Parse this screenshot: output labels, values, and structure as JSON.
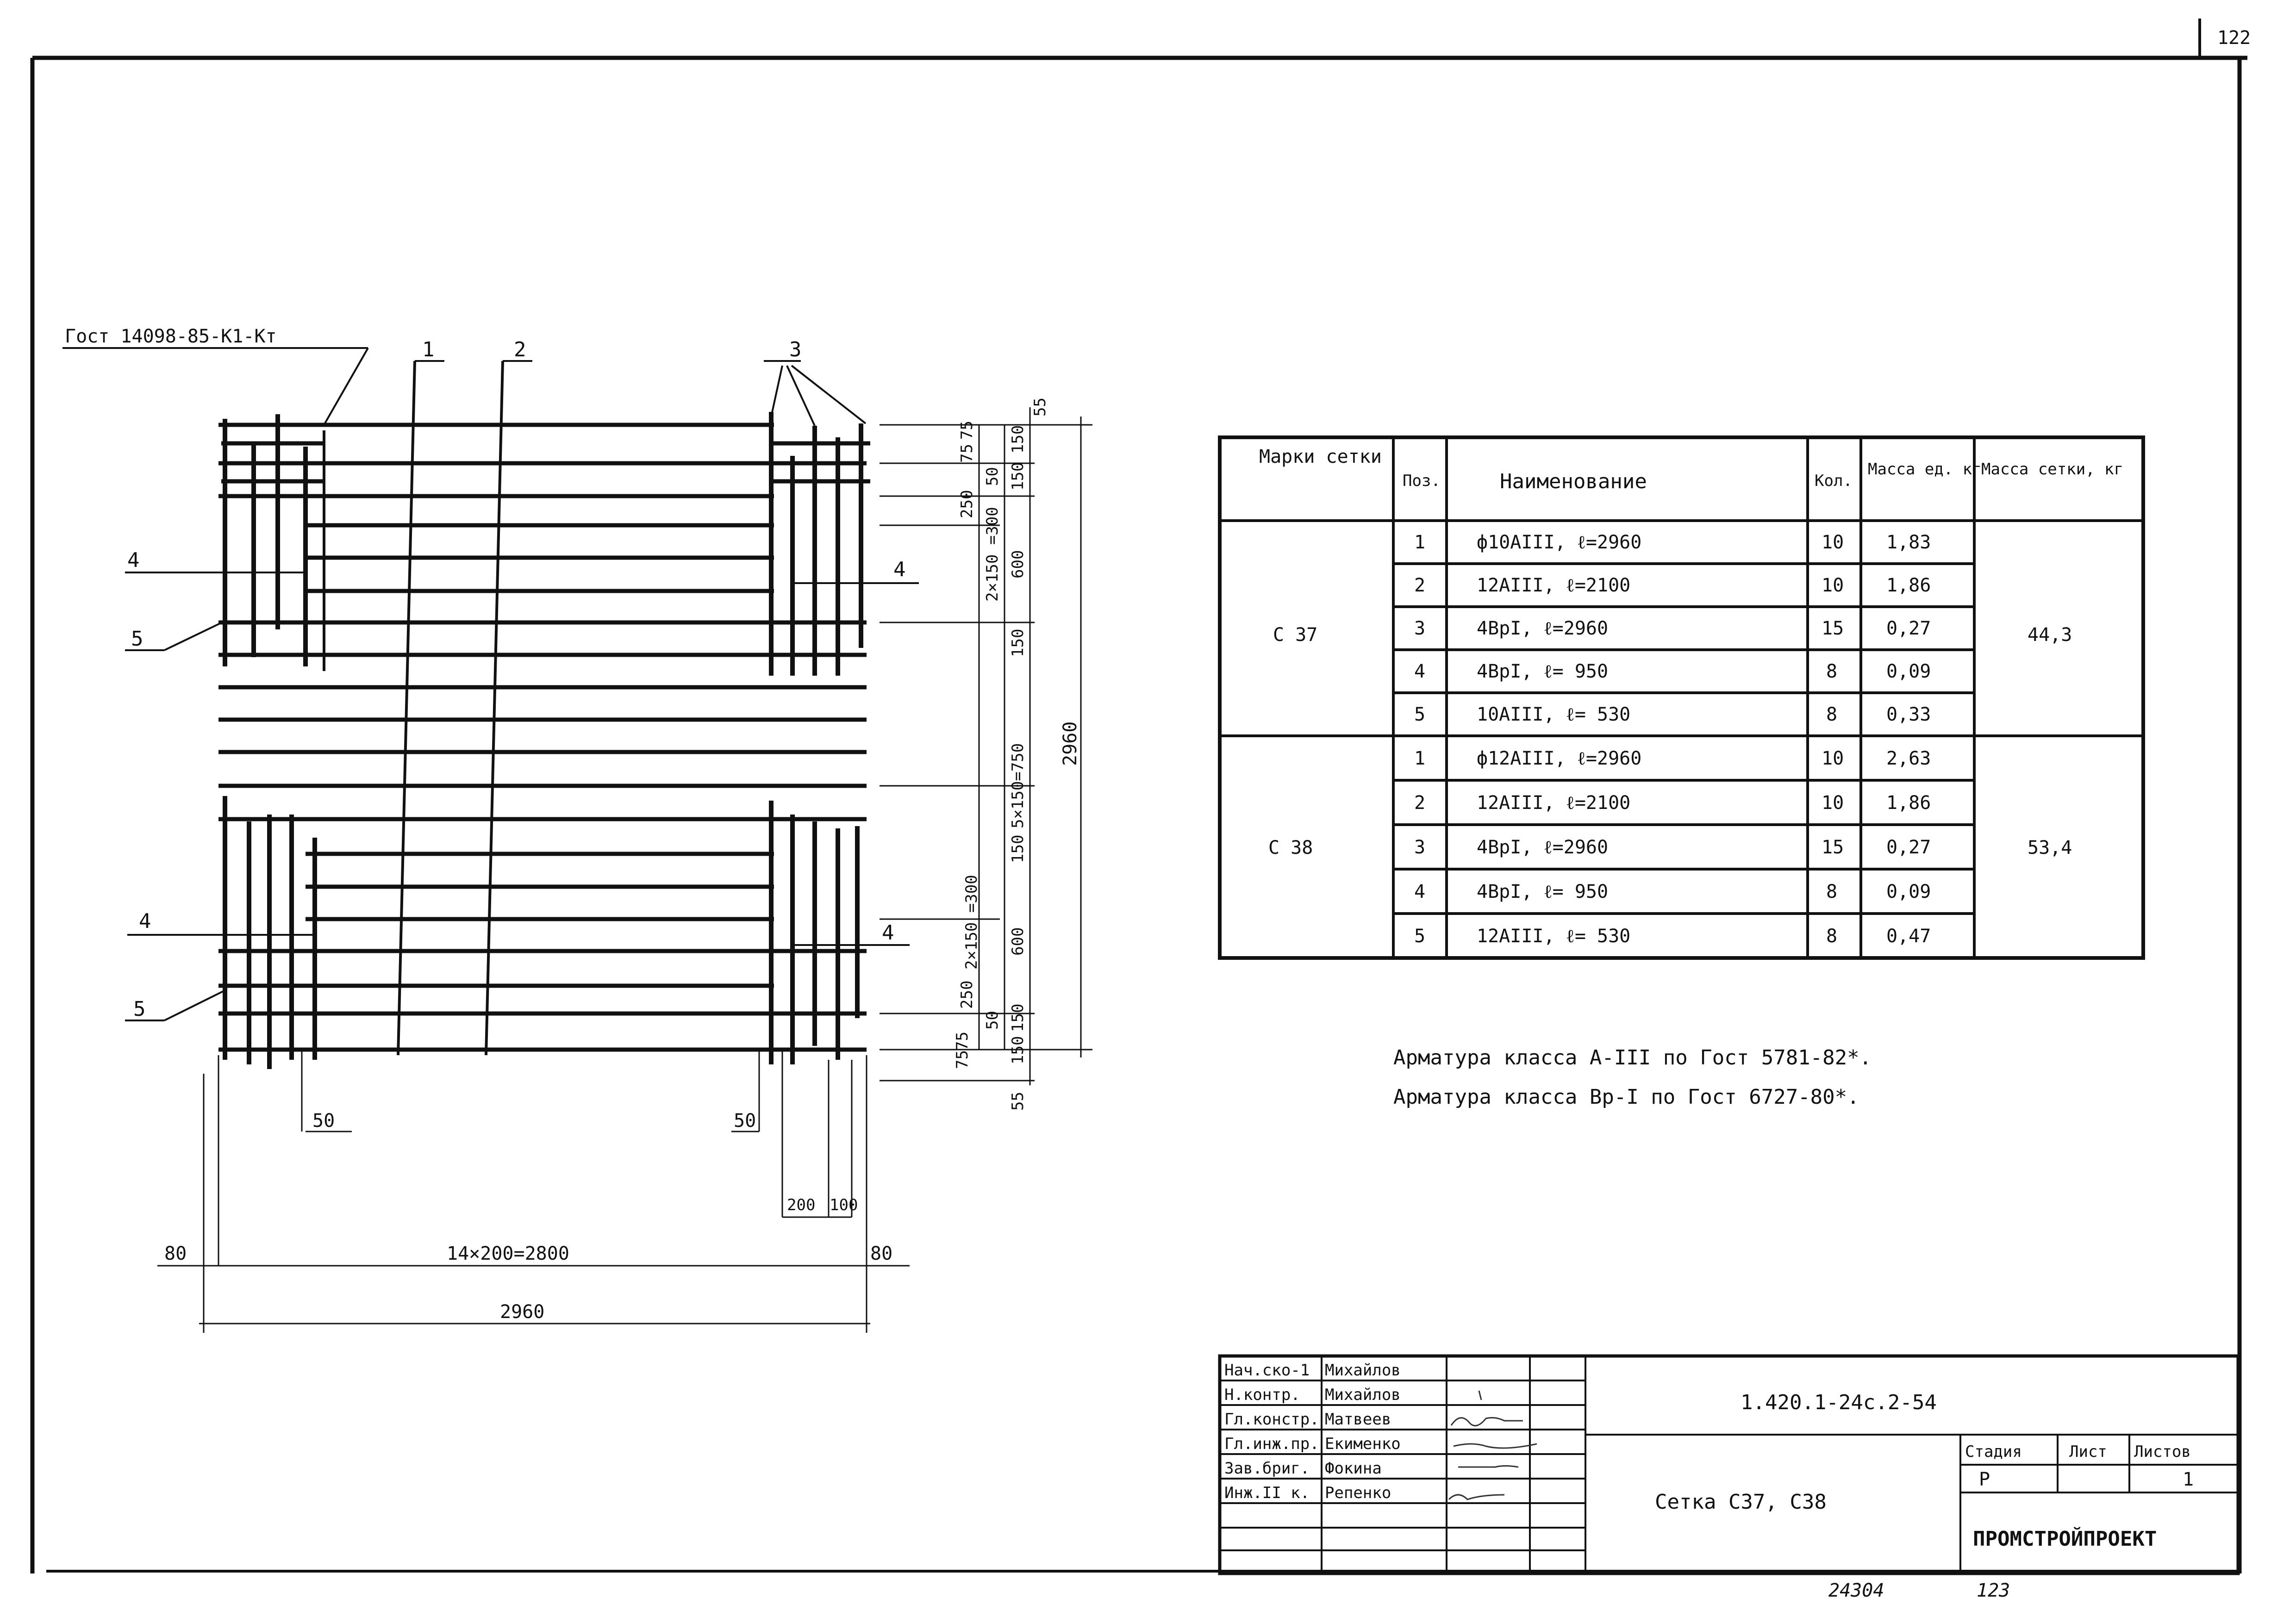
{
  "page": {
    "sheet_number_top": "122",
    "bottom_left_note": "24304",
    "bottom_right_note": "123"
  },
  "drawing": {
    "standard_note": "Гост 14098-85-К1-Кт",
    "pos_labels": [
      "1",
      "2",
      "3",
      "4",
      "5",
      "4",
      "5",
      "4",
      "4"
    ],
    "dims_right": [
      "55",
      "150",
      "75",
      "75",
      "50",
      "150",
      "250",
      "2×150 =300",
      "600",
      "150",
      "5×150=750",
      "2960",
      "150",
      "2×150 =300",
      "600",
      "250",
      "75",
      "75",
      "50",
      "150",
      "150",
      "55"
    ],
    "dims_bottom": [
      "50",
      "50",
      "200",
      "100",
      "80",
      "14×200=2800",
      "80",
      "2960"
    ]
  },
  "table": {
    "headers": [
      "Марки сетки",
      "Поз.",
      "Наименование",
      "Кол.",
      "Масса ед. кг",
      "Масса сетки, кг"
    ],
    "groups": [
      {
        "mark": "С 37",
        "total": "44,3",
        "rows": [
          {
            "pos": "1",
            "name": "ф10АIII,  ℓ=2960",
            "qty": "10",
            "mass": "1,83"
          },
          {
            "pos": "2",
            "name": "12АIII,  ℓ=2100",
            "qty": "10",
            "mass": "1,86"
          },
          {
            "pos": "3",
            "name": "4ВрI,  ℓ=2960",
            "qty": "15",
            "mass": "0,27"
          },
          {
            "pos": "4",
            "name": "4ВрI,  ℓ= 950",
            "qty": "8",
            "mass": "0,09"
          },
          {
            "pos": "5",
            "name": "10АIII,  ℓ= 530",
            "qty": "8",
            "mass": "0,33"
          }
        ]
      },
      {
        "mark": "С 38",
        "total": "53,4",
        "rows": [
          {
            "pos": "1",
            "name": "ф12АIII,  ℓ=2960",
            "qty": "10",
            "mass": "2,63"
          },
          {
            "pos": "2",
            "name": "12АIII,  ℓ=2100",
            "qty": "10",
            "mass": "1,86"
          },
          {
            "pos": "3",
            "name": "4ВрI,  ℓ=2960",
            "qty": "15",
            "mass": "0,27"
          },
          {
            "pos": "4",
            "name": "4ВрI,  ℓ= 950",
            "qty": "8",
            "mass": "0,09"
          },
          {
            "pos": "5",
            "name": "12АIII,  ℓ= 530",
            "qty": "8",
            "mass": "0,47"
          }
        ]
      }
    ]
  },
  "notes": [
    "Арматура класса А-III по Гост 5781-82*.",
    "Арматура класса Вр-I по Гост 6727-80*."
  ],
  "title_block": {
    "signatories": [
      {
        "role": "Нач.ско-1",
        "name": "Михайлов"
      },
      {
        "role": "Н.контр.",
        "name": "Михайлов"
      },
      {
        "role": "Гл.констр.",
        "name": "Матвеев"
      },
      {
        "role": "Гл.инж.пр.",
        "name": "Екименко"
      },
      {
        "role": "Зав.бриг.",
        "name": "Фокина"
      },
      {
        "role": "Инж.II к.",
        "name": "Репенко"
      }
    ],
    "document_code": "1.420.1-24с.2-54",
    "sheet_title": "Сетка С37, С38",
    "stage_label": "Стадия",
    "sheet_label": "Лист",
    "sheets_label": "Листов",
    "stage_value": "Р",
    "sheet_value": "",
    "sheets_value": "1",
    "organization": "ПРОМСТРОЙПРОЕКТ"
  }
}
